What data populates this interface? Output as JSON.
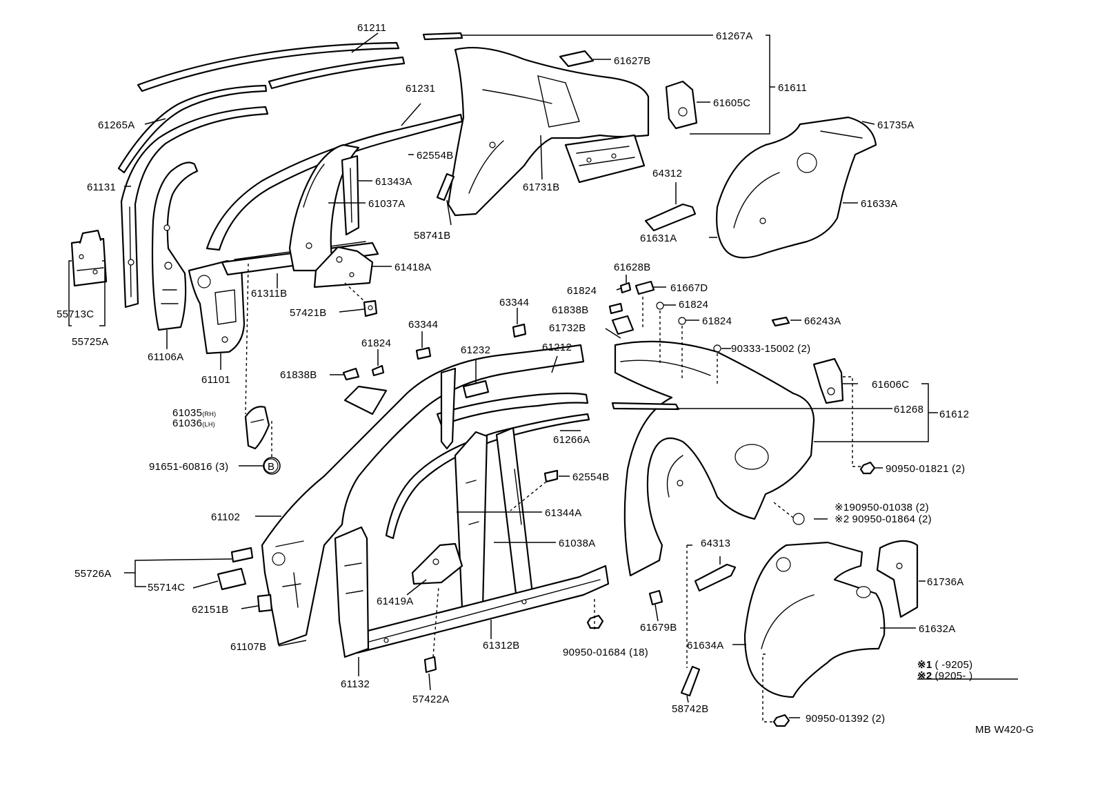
{
  "labels": [
    "61211",
    "61267A",
    "61627B",
    "61611",
    "61605C",
    "61231",
    "61265A",
    "62554B",
    "61343A",
    "61131",
    "61037A",
    "61731B",
    "58741B",
    "61735A",
    "64312",
    "61633A",
    "61631A",
    "61418A",
    "61311B",
    "57421B",
    "55713C",
    "55725A",
    "61106A",
    "61101",
    "61628B",
    "61824",
    "61667D",
    "61824",
    "61838B",
    "61824",
    "61732B",
    "63344",
    "63344",
    "66243A",
    "61824",
    "61232",
    "61212",
    "90333-15002 (2)",
    "61838B",
    "61606C",
    "61268",
    "61612",
    "61035",
    "61036",
    "61266A",
    "91651-60816 (3)",
    "62554B",
    "90950-01821 (2)",
    "61102",
    "61344A",
    "90950-01038 (2)",
    "90950-01864 (2)",
    "61038A",
    "64313",
    "55726A",
    "55714C",
    "61736A",
    "62151B",
    "61419A",
    "61107B",
    "61312B",
    "90950-01684 (18)",
    "61679B",
    "61634A",
    "61632A",
    "61132",
    "57422A",
    "58742B",
    "90950-01392 (2)",
    "MB W420-G"
  ],
  "side_tags": {
    "rh": "(RH)",
    "lh": "(LH)"
  },
  "callout_b": "B",
  "footnotes": {
    "marks": [
      "※1",
      "※2"
    ],
    "ranges": [
      "(        -9205)",
      "(9205-         )"
    ]
  }
}
